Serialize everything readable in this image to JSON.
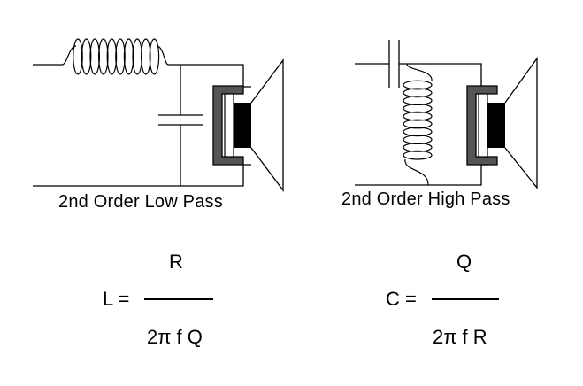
{
  "diagram": {
    "left_circuit": {
      "caption": "2nd Order Low Pass",
      "formula": {
        "lhs": "L =",
        "numerator": "R",
        "denominator": "2π f Q"
      }
    },
    "right_circuit": {
      "caption": "2nd Order High Pass",
      "formula": {
        "lhs": "C =",
        "numerator": "Q",
        "denominator": "2π f R"
      }
    }
  }
}
